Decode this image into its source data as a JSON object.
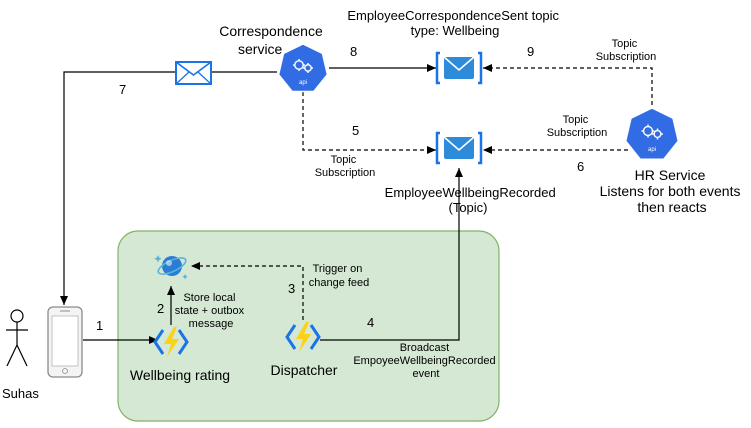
{
  "actors": {
    "user": "Suhas"
  },
  "nodes": {
    "correspondence_service": {
      "line1": "Correspondence",
      "line2": "service",
      "icon": "kubernetes-api-icon"
    },
    "hr_service": {
      "line1": "HR Service",
      "line2": "Listens for both events",
      "line3": "then reacts",
      "icon": "kubernetes-api-icon"
    },
    "topic_sent": {
      "line1": "EmployeeCorrespondenceSent topic",
      "line2": "type: Wellbeing",
      "icon": "service-bus-topic-icon"
    },
    "topic_recorded": {
      "line1": "EmployeeWellbeingRecorded",
      "line2": "(Topic)",
      "icon": "service-bus-topic-icon"
    },
    "envelope": {
      "icon": "email-envelope-icon"
    },
    "phone": {
      "icon": "mobile-phone-icon"
    },
    "cosmos_db": {
      "icon": "cosmos-db-icon"
    },
    "wellbeing_rating": {
      "label": "Wellbeing rating",
      "icon": "azure-function-icon"
    },
    "dispatcher": {
      "label": "Dispatcher",
      "icon": "azure-function-icon"
    }
  },
  "edges": {
    "e1": {
      "num": "1"
    },
    "e2": {
      "num": "2",
      "line1": "Store local",
      "line2": "state + outbox",
      "line3": "message"
    },
    "e3": {
      "num": "3",
      "line1": "Trigger on",
      "line2": "change feed"
    },
    "e4": {
      "num": "4",
      "line1": "Broadcast",
      "line2": "EmpoyeeWellbeingRecorded",
      "line3": "event"
    },
    "e5": {
      "num": "5",
      "line1": "Topic",
      "line2": "Subscription"
    },
    "e6": {
      "num": "6",
      "line1": "Topic",
      "line2": "Subscription"
    },
    "e7": {
      "num": "7"
    },
    "e8": {
      "num": "8"
    },
    "e9": {
      "num": "9",
      "line1": "Topic",
      "line2": "Subscription"
    }
  },
  "colors": {
    "azure_blue": "#1a73e8",
    "k8s_blue": "#326ce5",
    "group_fill": "#d5e8d4",
    "group_stroke": "#82b366",
    "function_yellow": "#fcd116"
  }
}
